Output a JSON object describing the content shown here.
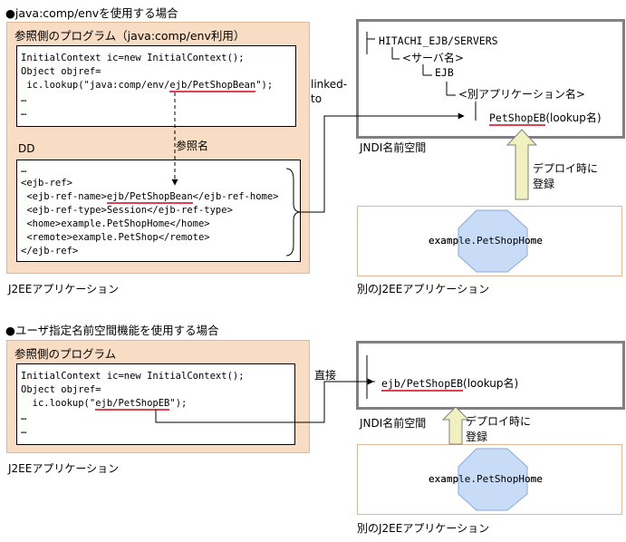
{
  "section1": {
    "heading": "●java:comp/envを使用する場合",
    "caller_title": "参照側のプログラム（java:comp/env利用）",
    "code_lines": [
      "InitialContext ic=new InitialContext();",
      "Object objref="
    ],
    "lookup_prefix": " ic.lookup(\"java:comp/env/",
    "lookup_target": "ejb/PetShopBean",
    "lookup_suffix": "\");",
    "ellipsis": "…",
    "ref_name_label": "参照名",
    "dd_label": "DD",
    "dd_line1": "<ejb-ref>",
    "dd_name_prefix": " <ejb-ref-name>",
    "dd_name_value": "ejb/PetShopBean",
    "dd_name_suffix": "</ejb-ref-home>",
    "dd_lines": [
      " <ejb-ref-type>Session</ejb-ref-type>",
      " <home>example.PetShopHome</home>",
      " <remote>example.PetShop</remote>",
      "</ejb-ref>"
    ],
    "linked_to": "linked-\nto",
    "jndi_root": "HITACHI_EJB/SERVERS",
    "jndi_server": "<サーバ名>",
    "jndi_ejb": "EJB",
    "jndi_app": "<別アプリケーション名>",
    "jndi_leaf_name": "PetShopEB",
    "jndi_leaf_suffix": "(lookup名)",
    "jndi_label": "JNDI名前空間",
    "deploy_label": "デプロイ時に\n登録",
    "home_name": "example.PetShopHome",
    "app_label": "J2EEアプリケーション",
    "other_app_label": "別のJ2EEアプリケーション"
  },
  "section2": {
    "heading": "●ユーザ指定名前空間機能を使用する場合",
    "caller_title": "参照側のプログラム",
    "code_lines": [
      "InitialContext ic=new InitialContext();",
      "Object objref="
    ],
    "lookup_prefix": "  ic.lookup(\"",
    "lookup_target": "ejb/PetShopEB",
    "lookup_suffix": "\");",
    "ellipsis": "…",
    "direct_label": "直接",
    "jndi_leaf_name": "ejb/PetShopEB",
    "jndi_leaf_suffix": "(lookup名)",
    "jndi_label": "JNDI名前空間",
    "deploy_label": "デプロイ時に\n登録",
    "home_name": "example.PetShopHome",
    "app_label": "J2EEアプリケーション",
    "other_app_label": "別のJ2EEアプリケーション"
  },
  "colors": {
    "peach": "#f8dcc4",
    "underline": "#e04050",
    "arrow_fill": "#f0f0c0",
    "octagon": "#c8dcf8"
  }
}
